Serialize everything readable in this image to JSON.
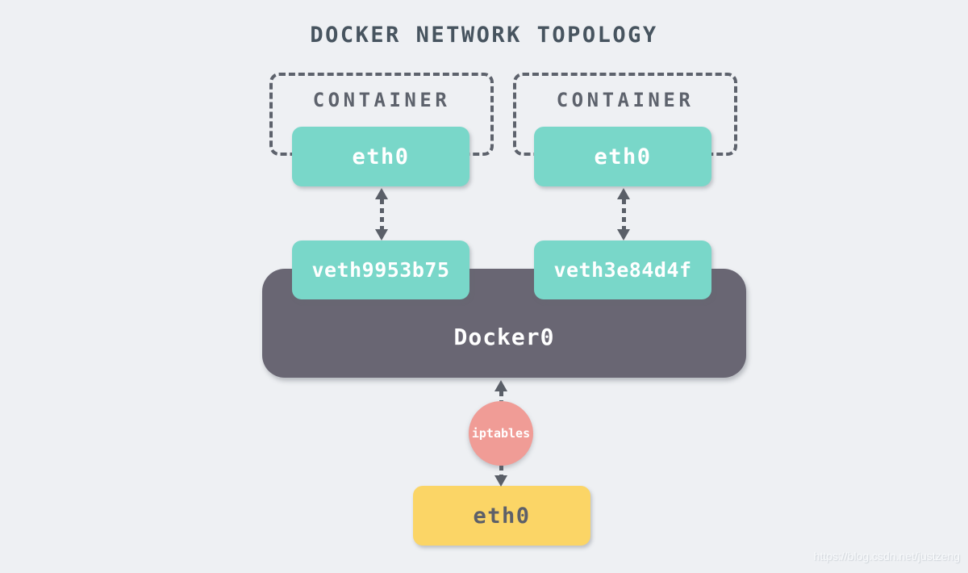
{
  "title": "DOCKER NETWORK TOPOLOGY",
  "containers": [
    {
      "label": "CONTAINER",
      "eth": "eth0",
      "veth": "veth9953b75"
    },
    {
      "label": "CONTAINER",
      "eth": "eth0",
      "veth": "veth3e84d4f"
    }
  ],
  "bridge": {
    "label": "Docker0"
  },
  "nat": {
    "label": "iptables"
  },
  "host": {
    "eth": "eth0"
  },
  "watermark": "https://blog.csdn.net/justzeng",
  "colors": {
    "background": "#eef0f3",
    "title-text": "#47545f",
    "outline-gray": "#5d626c",
    "arrow-gray": "#5a5f68",
    "teal": "#79d7c9",
    "bridge-dark": "#696673",
    "nat-pink": "#f09c96",
    "host-yellow": "#fbd566",
    "host-text": "#5d6069",
    "white-text": "#ffffff",
    "watermark-text": "#f8fafc"
  }
}
